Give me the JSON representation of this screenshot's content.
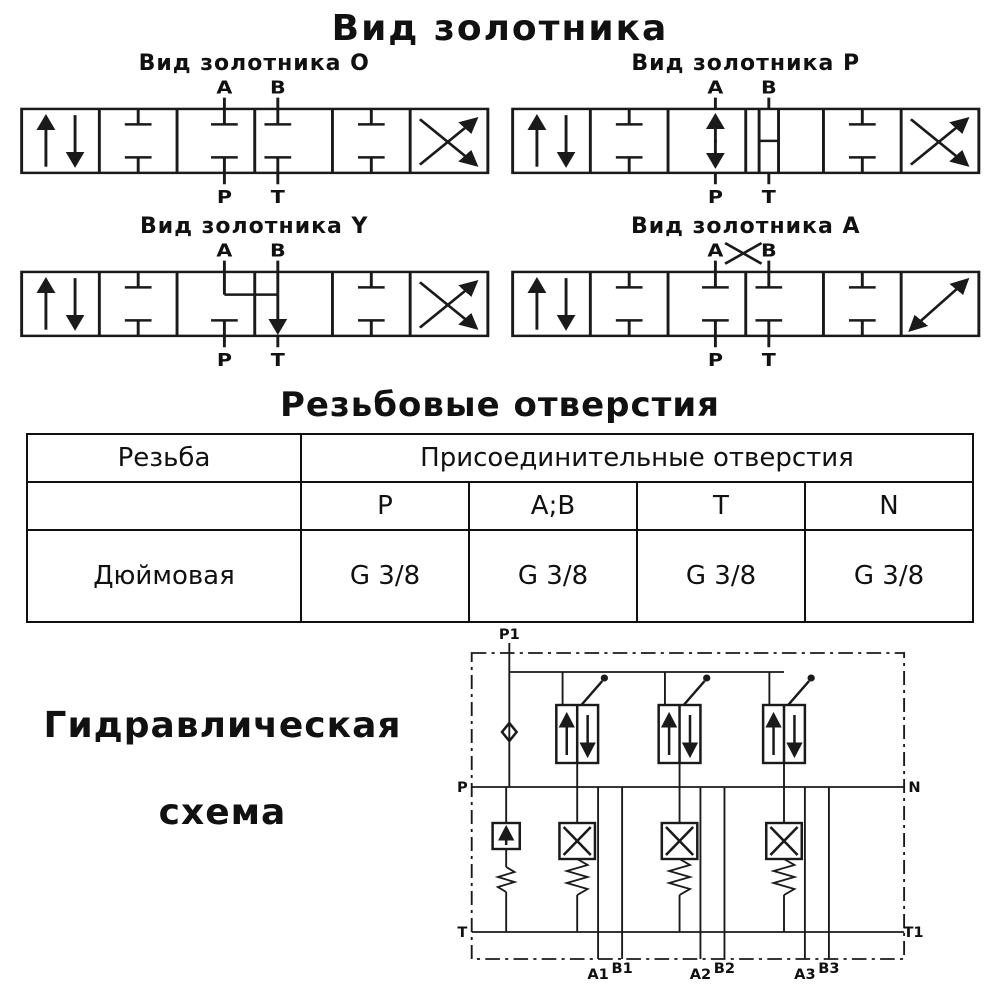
{
  "title": "Вид золотника",
  "valves": [
    {
      "label": "Вид золотника O",
      "ports_top": [
        "A",
        "B"
      ],
      "ports_bottom": [
        "P",
        "T"
      ]
    },
    {
      "label": "Вид золотника P",
      "ports_top": [
        "A",
        "B"
      ],
      "ports_bottom": [
        "P",
        "T"
      ]
    },
    {
      "label": "Вид золотника Y",
      "ports_top": [
        "A",
        "B"
      ],
      "ports_bottom": [
        "P",
        "T"
      ]
    },
    {
      "label": "Вид золотника A",
      "ports_top": [
        "A",
        "B"
      ],
      "ports_bottom": [
        "P",
        "T"
      ]
    }
  ],
  "table_section_title": "Резьбовые отверстия",
  "table": {
    "col1_header": "Резьба",
    "group_header": "Присоединительные отверстия",
    "sub_headers": [
      "P",
      "A;B",
      "T",
      "N"
    ],
    "row_label": "Дюймовая",
    "values": [
      "G 3/8",
      "G 3/8",
      "G 3/8",
      "G 3/8"
    ]
  },
  "schema": {
    "title_line1": "Гидравлическая",
    "title_line2": "схема",
    "labels": {
      "p1": "P1",
      "p": "P",
      "n": "N",
      "t": "T",
      "t1": "T1",
      "a1": "A1",
      "b1": "B1",
      "a2": "A2",
      "b2": "B2",
      "a3": "A3",
      "b3": "B3"
    }
  },
  "colors": {
    "ink": "#1a1a1a",
    "background": "#ffffff"
  }
}
